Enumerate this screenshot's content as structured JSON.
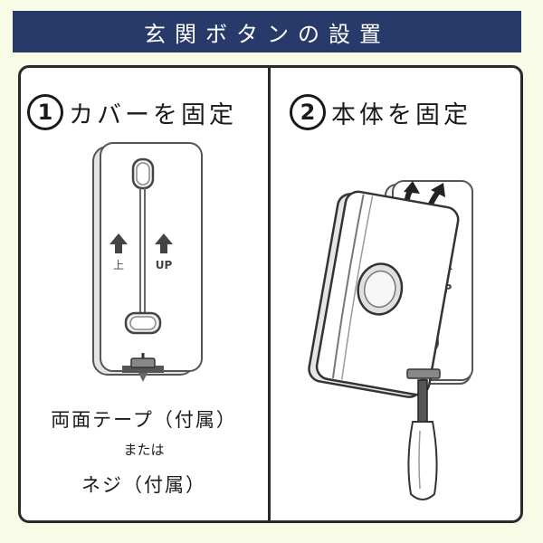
{
  "header": {
    "title": "玄関ボタンの設置"
  },
  "step1": {
    "number": "1",
    "title": "カバーを固定",
    "label_jp": "上",
    "label_en": "UP",
    "caption_line1": "両面テープ（付属）",
    "caption_line2": "または",
    "caption_line3": "ネジ（付属）"
  },
  "step2": {
    "number": "2",
    "title": "本体を固定",
    "label_en": "UP"
  },
  "colors": {
    "banner": "#273a6a",
    "background": "#f8fbe6",
    "ink": "#1a1a1a"
  }
}
